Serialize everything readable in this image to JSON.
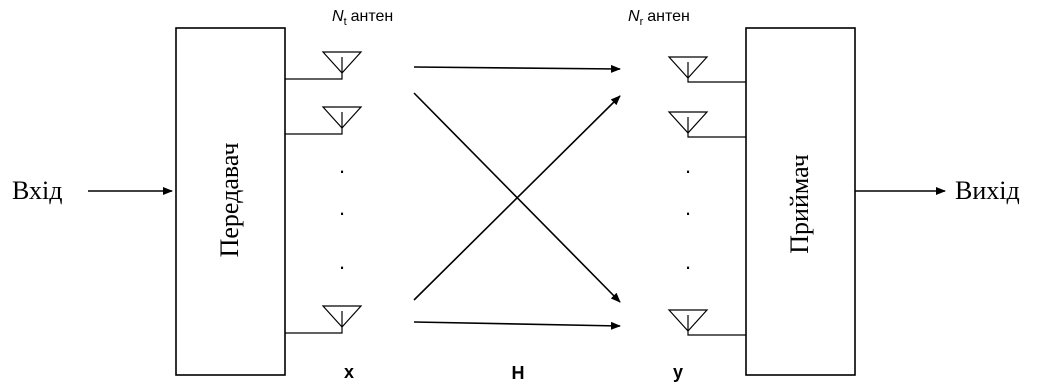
{
  "diagram": {
    "input_label": "Вхід",
    "output_label": "Вихід",
    "transmitter_label": "Передавач",
    "receiver_label": "Приймач",
    "tx_antennas": {
      "symbol": "N",
      "subscript": "t",
      "word": "антен"
    },
    "rx_antennas": {
      "symbol": "N",
      "subscript": "r",
      "word": "антен"
    },
    "ellipsis": "·",
    "tx_vector_label": "x",
    "channel_label": "H",
    "rx_vector_label": "y"
  }
}
